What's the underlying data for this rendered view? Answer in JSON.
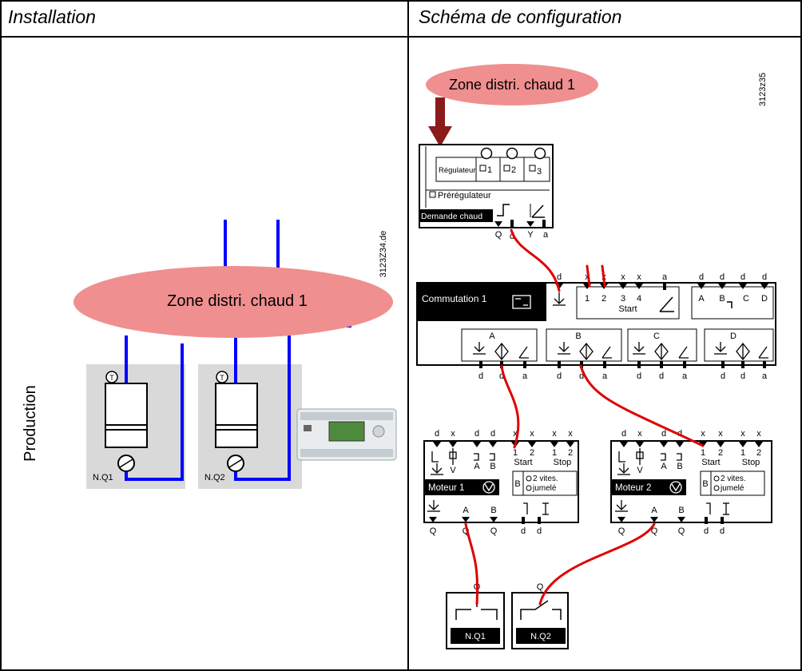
{
  "headers": {
    "left": "Installation",
    "right": "Schéma de configuration"
  },
  "installation": {
    "zone_label": "Zone distri. chaud 1",
    "side_label": "Production",
    "boiler1_label": "N.Q1",
    "boiler2_label": "N.Q2",
    "thermo_symbol": "T",
    "ref_code": "3123Z34.de"
  },
  "config": {
    "ref_code": "3123z35",
    "zone_label": "Zone distri. chaud 1",
    "regulator": {
      "regulateur_label": "Régulateur",
      "slot1": "1",
      "slot2": "2",
      "slot3": "3",
      "preregulateur_label": "Prérégulateur",
      "demande_label": "Demande chaud",
      "out_q": "Q",
      "out_d": "d",
      "out_y": "Y",
      "out_a": "a"
    },
    "commutation": {
      "title": "Commutation 1",
      "top_pins": [
        "d",
        "x",
        "x",
        "x",
        "x",
        "a"
      ],
      "in_1": "1",
      "in_2": "2",
      "in_3": "3",
      "in_4": "4",
      "start_label": "Start",
      "top_right_pins": [
        "d",
        "d",
        "d",
        "d"
      ],
      "abcd": [
        "A",
        "B",
        "C",
        "D"
      ],
      "groups": [
        "A",
        "B",
        "C",
        "D"
      ],
      "bottom_pins": [
        "d",
        "d",
        "a",
        "d",
        "d",
        "a",
        "d",
        "d",
        "a",
        "d",
        "d",
        "a"
      ]
    },
    "motor1": {
      "title": "Moteur 1",
      "top_pins": [
        "d",
        "x",
        "d",
        "d",
        "x",
        "x",
        "x",
        "x"
      ],
      "v_label": "V",
      "a_label": "A",
      "b_label": "B",
      "n1": "1",
      "n2": "2",
      "n3": "1",
      "n4": "2",
      "start_label": "Start",
      "stop_label": "Stop",
      "b_box": "B",
      "vites": "2 vites.",
      "jumele": "jumelé",
      "a_out": "A",
      "b_out": "B",
      "bottom_pins": [
        "Q",
        "Q",
        "Q",
        "d",
        "d"
      ]
    },
    "motor2": {
      "title": "Moteur 2",
      "top_pins": [
        "d",
        "x",
        "d",
        "d",
        "x",
        "x",
        "x",
        "x"
      ],
      "v_label": "V",
      "a_label": "A",
      "b_label": "B",
      "n1": "1",
      "n2": "2",
      "n3": "1",
      "n4": "2",
      "start_label": "Start",
      "stop_label": "Stop",
      "b_box": "B",
      "vites": "2 vites.",
      "jumele": "jumelé",
      "a_out": "A",
      "b_out": "B",
      "bottom_pins": [
        "Q",
        "Q",
        "Q",
        "d",
        "d"
      ]
    },
    "relay1": {
      "q": "Q",
      "label": "N.Q1"
    },
    "relay2": {
      "q": "Q",
      "label": "N.Q2"
    }
  },
  "colors": {
    "zone_fill": "#f08f8f",
    "pipe": "#0000ff",
    "wire": "#e00000",
    "arrow": "#8b1a1a",
    "boiler_bg": "#d9d9d9",
    "title_bar": "#000000"
  }
}
